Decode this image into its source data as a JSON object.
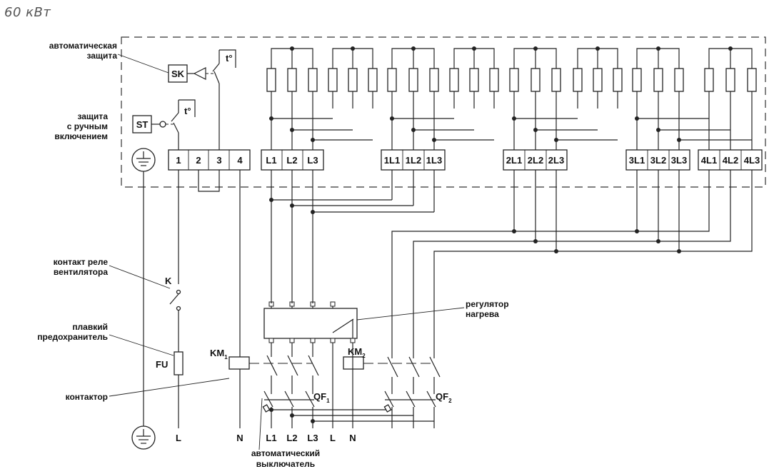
{
  "title": "60 кВт",
  "colors": {
    "line": "#222222",
    "title": "#555555"
  },
  "labels": {
    "auto_protection": [
      "автоматическая",
      "защита"
    ],
    "manual_protection": [
      "защита",
      "с ручным",
      "включением"
    ],
    "fan_relay": [
      "контакт реле",
      "вентилятора"
    ],
    "fuse": [
      "плавкий",
      "предохранитель"
    ],
    "contactor": "контактор",
    "heat_regulator": [
      "регулятор",
      "нагрева"
    ],
    "breaker": [
      "автоматический",
      "выключатель"
    ]
  },
  "components": {
    "sk": "SK",
    "st": "ST",
    "t1": "t°",
    "t2": "t°",
    "k": "K",
    "fu": "FU",
    "km1": "KM",
    "km1_sub": "1",
    "km2": "KM",
    "km2_sub": "2",
    "qf1": "QF",
    "qf1_sub": "1",
    "qf2": "QF",
    "qf2_sub": "2"
  },
  "terminals": [
    "1",
    "2",
    "3",
    "4",
    "L1",
    "L2",
    "L3",
    "1L1",
    "1L2",
    "1L3",
    "2L1",
    "2L2",
    "2L3",
    "3L1",
    "3L2",
    "3L3",
    "4L1",
    "4L2",
    "4L3"
  ],
  "bottom_terminals": [
    "L",
    "N",
    "L1",
    "L2",
    "L3",
    "L",
    "N"
  ]
}
